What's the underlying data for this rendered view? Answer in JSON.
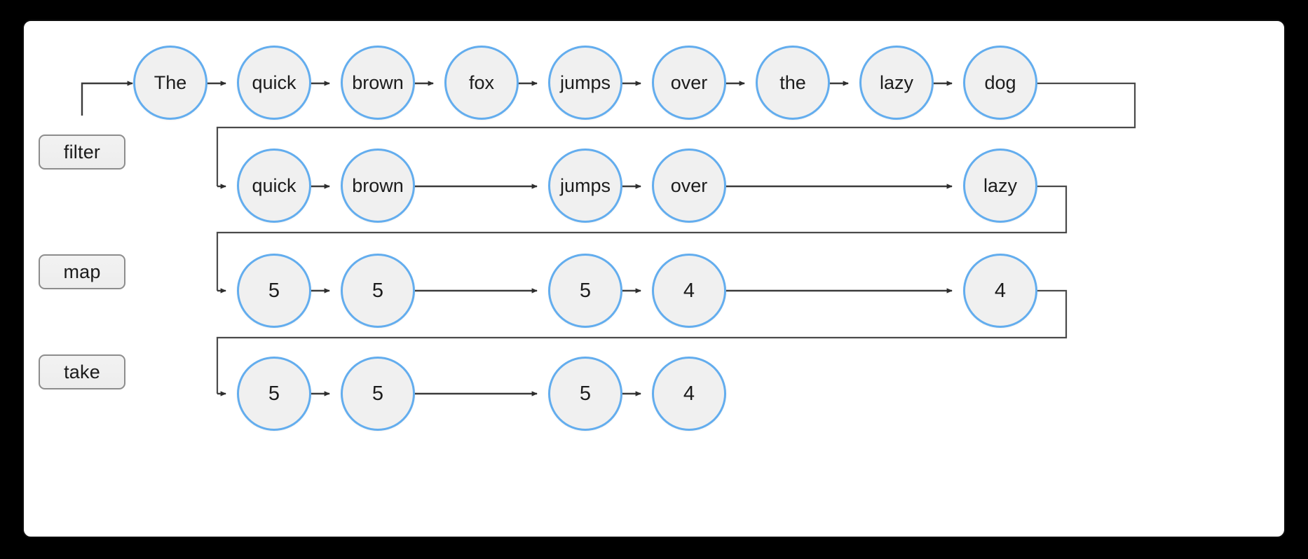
{
  "diagram": {
    "type": "marble-stream-diagram",
    "title_visible": false,
    "background_color": "#000000",
    "card_color": "#ffffff",
    "node_fill": "#f0f0f0",
    "node_stroke": "#63adee",
    "wire_color": "#3b3b3b",
    "pill_fill": "#eeeeee",
    "pill_stroke": "#8d8d8d"
  },
  "operators": [
    {
      "label": "filter"
    },
    {
      "label": "map"
    },
    {
      "label": "take"
    }
  ],
  "rows": [
    {
      "name": "source",
      "operator_applied": null,
      "values": [
        "The",
        "quick",
        "brown",
        "fox",
        "jumps",
        "over",
        "the",
        "lazy",
        "dog"
      ]
    },
    {
      "name": "after-filter",
      "operator_applied": "filter",
      "values": [
        "quick",
        "brown",
        "jumps",
        "over",
        "lazy"
      ]
    },
    {
      "name": "after-map",
      "operator_applied": "map",
      "values": [
        "5",
        "5",
        "5",
        "4",
        "4"
      ]
    },
    {
      "name": "after-take",
      "operator_applied": "take",
      "values": [
        "5",
        "5",
        "5",
        "4"
      ]
    }
  ],
  "chart_data": {
    "type": "diagram",
    "title": "",
    "series": [
      {
        "name": "source",
        "values": [
          "The",
          "quick",
          "brown",
          "fox",
          "jumps",
          "over",
          "the",
          "lazy",
          "dog"
        ]
      },
      {
        "name": "after-filter",
        "values": [
          "quick",
          "brown",
          "jumps",
          "over",
          "lazy"
        ]
      },
      {
        "name": "after-map",
        "values": [
          5,
          5,
          5,
          4,
          4
        ]
      },
      {
        "name": "after-take",
        "values": [
          5,
          5,
          5,
          4
        ]
      }
    ],
    "annotations": [
      "filter",
      "map",
      "take"
    ]
  }
}
